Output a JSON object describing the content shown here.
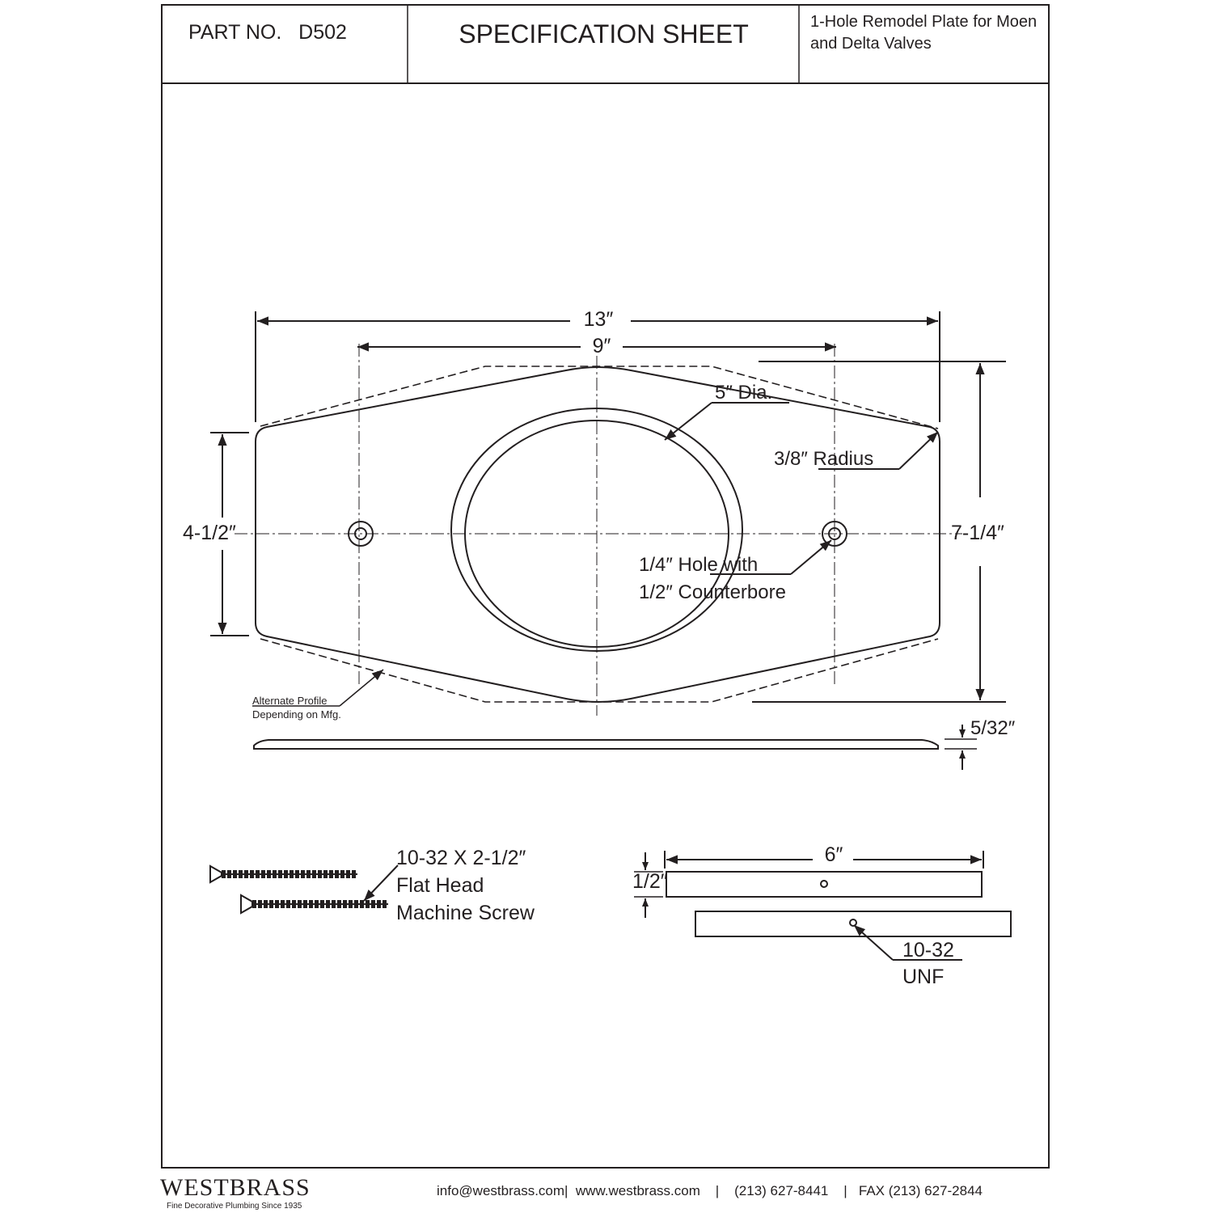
{
  "header": {
    "part_label": "PART NO.",
    "part_number": "D502",
    "title": "SPECIFICATION SHEET",
    "description_line1": "1-Hole Remodel Plate for Moen",
    "description_line2": "and Delta Valves"
  },
  "drawing": {
    "dim_overall_width": "13″",
    "dim_hole_spacing": "9″",
    "dim_center_dia": "5″ Dia.",
    "dim_corner_radius": "3/8″ Radius",
    "dim_edge_height": "4-1/2″",
    "dim_overall_height": "7-1/4″",
    "hole_note_line1": "1/4″ Hole with",
    "hole_note_line2": "1/2″ Counterbore",
    "alt_profile_line1": "Alternate Profile",
    "alt_profile_line2": "Depending on Mfg.",
    "dim_thickness": "5/32″"
  },
  "hardware": {
    "screw_line1": "10-32 X 2-1/2″",
    "screw_line2": "Flat Head",
    "screw_line3": "Machine Screw",
    "bar_length": "6″",
    "bar_height": "1/2″",
    "thread_line1": "10-32",
    "thread_line2": "UNF"
  },
  "footer": {
    "brand": "WESTBRASS",
    "tagline": "Fine Decorative Plumbing Since 1935",
    "email": "info@westbrass.com",
    "website": "www.westbrass.com",
    "phone": "(213) 627-8441",
    "fax": "FAX (213) 627-2844",
    "separator": "|"
  },
  "colors": {
    "ink": "#231f20",
    "paper": "#ffffff"
  }
}
